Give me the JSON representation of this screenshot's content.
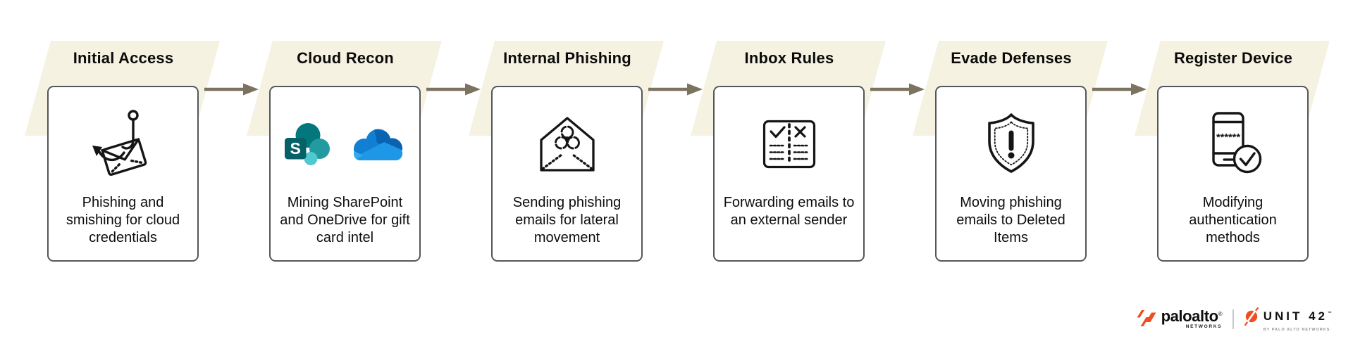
{
  "diagram": {
    "description_flow": "attack-chain flow, six stages left to right",
    "colors": {
      "background": "#ffffff",
      "parallelogram_beige": "#f6f2e2",
      "arrow_taupe": "#7b725f",
      "card_border_gray": "#53575c",
      "text_ink": "#0d0d0d",
      "brand_orange": "#ee4e23",
      "sharepoint_dark_teal": "#03787c",
      "sharepoint_mid_teal": "#219aa0",
      "sharepoint_light_teal": "#4fc8d2",
      "onedrive_blue": "#1180d2"
    }
  },
  "stages": [
    {
      "title": "Initial Access",
      "desc": "Phishing and smishing for cloud credentials",
      "icon": "phishing-hook-envelope-icon"
    },
    {
      "title": "Cloud Recon",
      "desc": "Mining SharePoint and OneDrive for gift card intel",
      "icon": "sharepoint-onedrive-logos",
      "sharepoint_letter": "S"
    },
    {
      "title": "Internal Phishing",
      "desc": "Sending phishing emails for lateral movement",
      "icon": "biohazard-envelope-icon"
    },
    {
      "title": "Inbox Rules",
      "desc": "Forwarding emails to an external sender",
      "icon": "rules-checklist-book-icon"
    },
    {
      "title": "Evade Defenses",
      "desc": "Moving phishing emails to Deleted Items",
      "icon": "warning-shield-icon"
    },
    {
      "title": "Register Device",
      "desc": "Modifying authentication methods",
      "icon": "phone-check-icon",
      "phone_stars": "******"
    }
  ],
  "footer": {
    "paloalto": {
      "word": "paloalto",
      "reg": "®",
      "sub": "NETWORKS"
    },
    "unit42": {
      "word": "UNIT 42",
      "tm": "™",
      "tagline": "BY PALO ALTO NETWORKS"
    }
  }
}
